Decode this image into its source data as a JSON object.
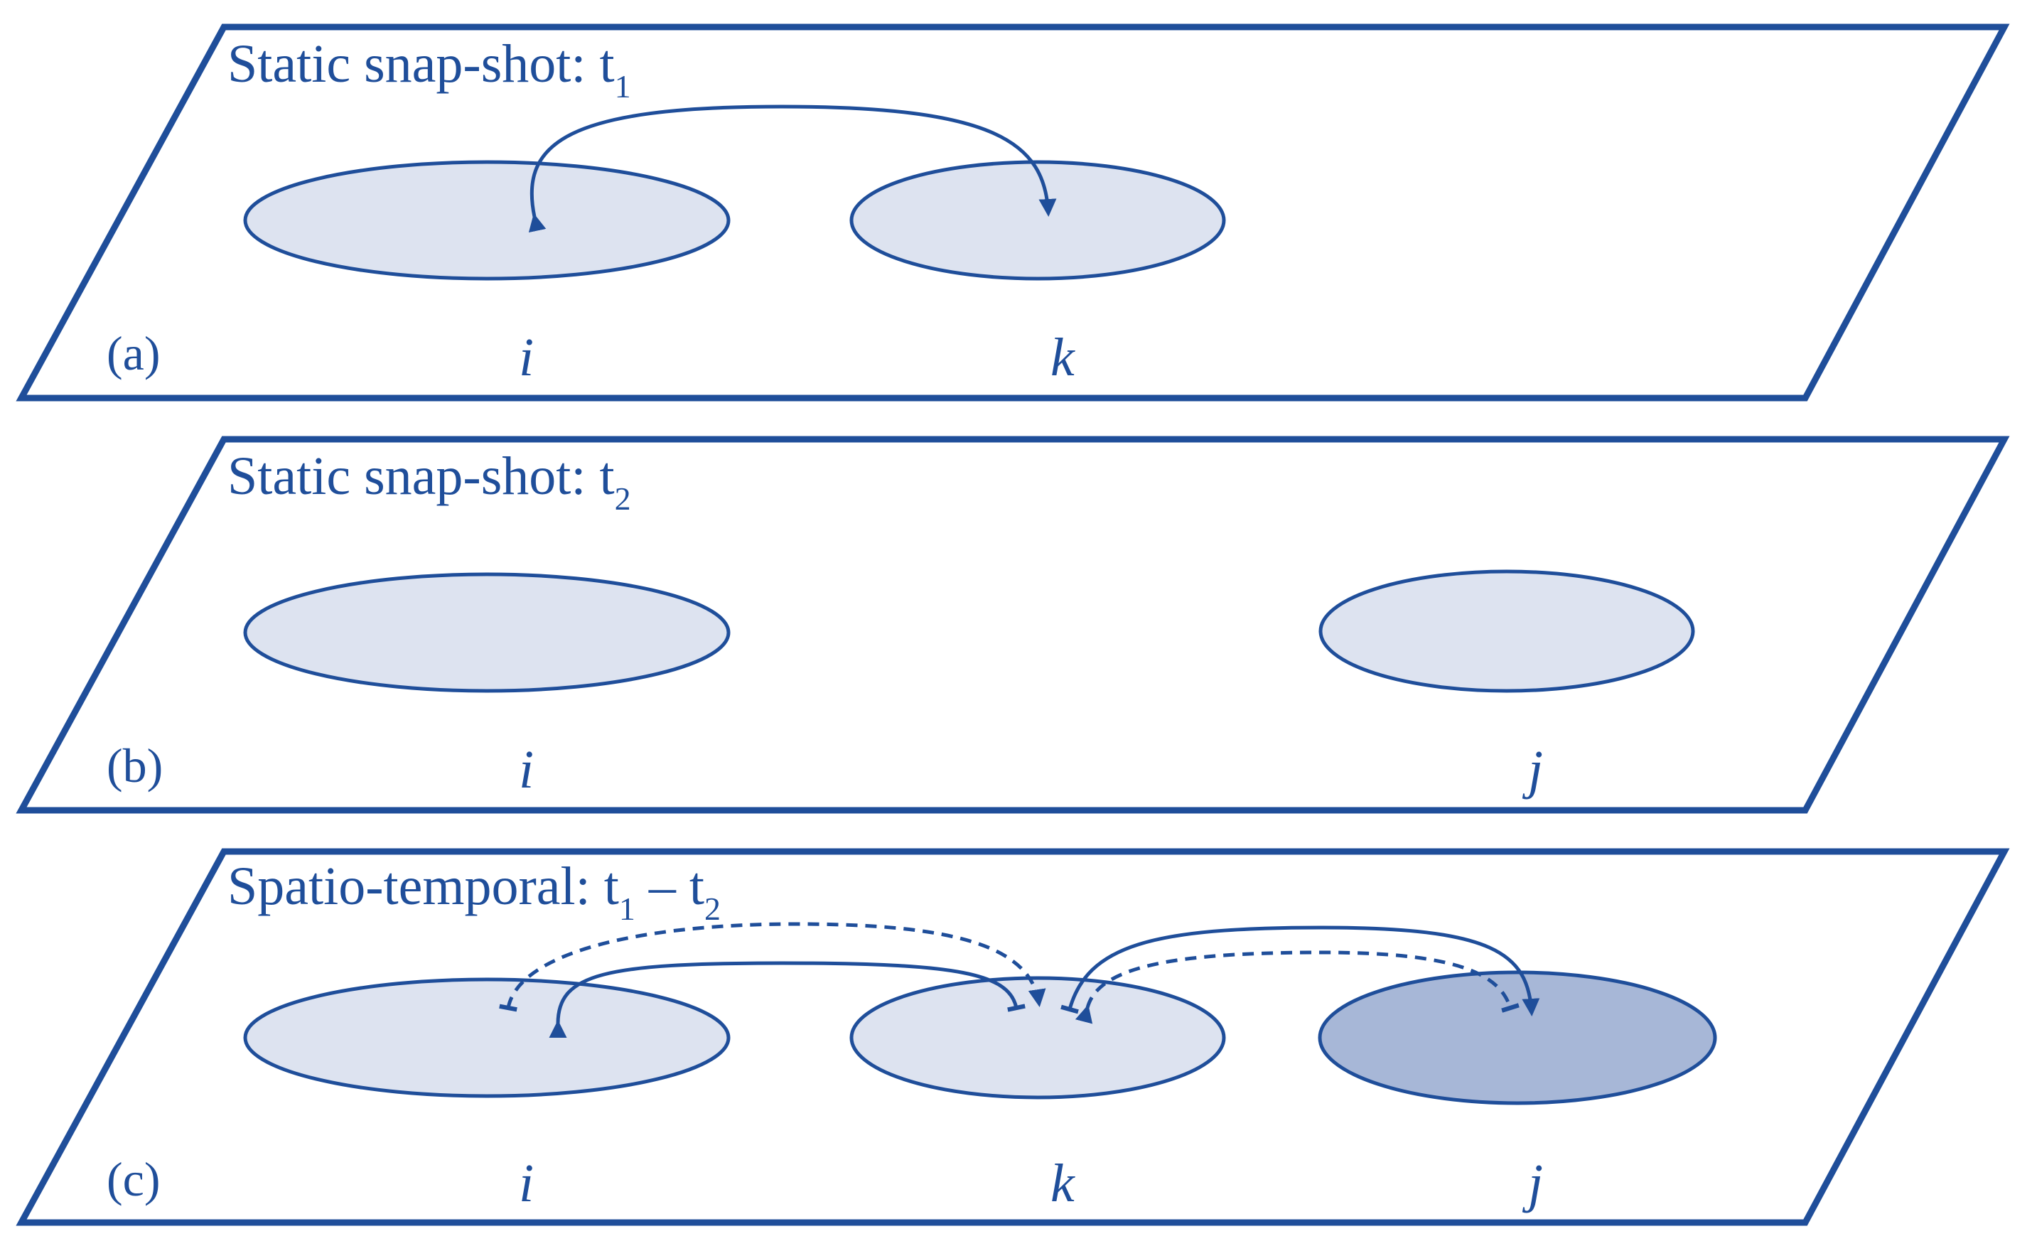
{
  "panels": [
    {
      "id": "a",
      "title": "Static snap-shot: t",
      "title_sub": "1",
      "tag": "(a)",
      "nodes": [
        {
          "label": "i"
        },
        {
          "label": "k"
        }
      ]
    },
    {
      "id": "b",
      "title": "Static snap-shot: t",
      "title_sub": "2",
      "tag": "(b)",
      "nodes": [
        {
          "label": "i"
        },
        {
          "label": "j"
        }
      ]
    },
    {
      "id": "c",
      "title_part1": "Spatio-temporal: t",
      "title_sub1": "1",
      "title_part2": " – t",
      "title_sub2": "2",
      "tag": "(c)",
      "nodes": [
        {
          "label": "i"
        },
        {
          "label": "k"
        },
        {
          "label": "j"
        }
      ]
    }
  ],
  "colors": {
    "line": "#1f4e9a",
    "region_fill": "#dde3f0",
    "region_fill_highlight": "#a7b7d7"
  }
}
